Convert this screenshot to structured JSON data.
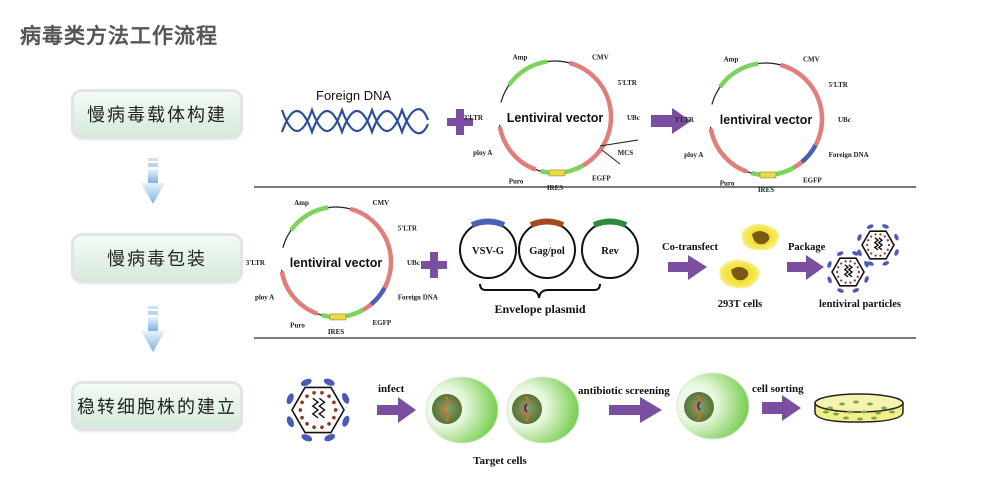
{
  "title": "病毒类方法工作流程",
  "steps": [
    {
      "label": "慢病毒载体构建"
    },
    {
      "label": "慢病毒包装"
    },
    {
      "label": "稳转细胞株的建立"
    }
  ],
  "colors": {
    "arrow_purple": "#7b4fa0",
    "plus_purple": "#7b4fa0",
    "plasmid_red": "#e07f7a",
    "plasmid_green": "#7cd35e",
    "plasmid_yellow": "#e8d94a",
    "foreign_dna_blue": "#4a5fb5",
    "dna_helix": "#2d4f9a",
    "cell_yellow": "#f4e23a",
    "cell_green": "#6ccb3a",
    "virus_blue": "#4a5ab5"
  },
  "row1": {
    "foreign_dna_label": "Foreign DNA",
    "vector1": {
      "center_label": "Lentiviral vector",
      "features": [
        "Amp",
        "CMV",
        "5'LTR",
        "UBc",
        "MCS",
        "EGFP",
        "IRES",
        "Puro",
        "ploy A",
        "3'LTR"
      ]
    },
    "vector2": {
      "center_label": "lentiviral vector",
      "features": [
        "Amp",
        "CMV",
        "5'LTR",
        "UBc",
        "Foreign DNA",
        "EGFP",
        "IRES",
        "Puro",
        "ploy A",
        "3'LTR"
      ]
    }
  },
  "row2": {
    "vector": {
      "center_label": "lentiviral vector",
      "features": [
        "Amp",
        "CMV",
        "5'LTR",
        "UBc",
        "Foreign DNA",
        "EGFP",
        "IRES",
        "Puro",
        "ploy A",
        "3'LTR"
      ]
    },
    "plasmids": [
      {
        "label": "VSV-G",
        "color": "#4a5fb5"
      },
      {
        "label": "Gag/pol",
        "color": "#a44a1e"
      },
      {
        "label": "Rev",
        "color": "#2e8a3a"
      }
    ],
    "envelope_label": "Envelope plasmid",
    "cotransfect_label": "Co-transfect",
    "cells_label": "293T cells",
    "package_label": "Package",
    "particles_label": "lentiviral particles"
  },
  "row3": {
    "infect_label": "infect",
    "target_cells_label": "Target cells",
    "screening_label": "antibiotic screening",
    "sorting_label": "cell sorting"
  }
}
